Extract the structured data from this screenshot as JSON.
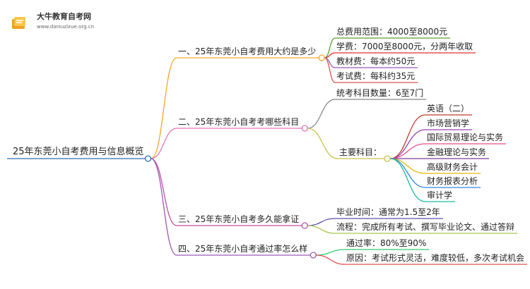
{
  "header": {
    "brand": "大牛教育自考网",
    "url": "www.daniuzixue.org.cn"
  },
  "mindmap": {
    "root": "25年东莞小自考费用与信息概览",
    "branches": [
      {
        "label": "一、25年东莞小自考费用大约是多少",
        "color": "#f5a623",
        "children": [
          {
            "label": "总费用范围：4000至8000元",
            "color": "#5aa02c"
          },
          {
            "label": "学费：7000至8000元，分两年收取",
            "color": "#e0302a"
          },
          {
            "label": "教材费：每本约50元",
            "color": "#9b59b6"
          },
          {
            "label": "考试费：每科约35元",
            "color": "#d9534f"
          }
        ]
      },
      {
        "label": "二、25年东莞小自考考哪些科目",
        "color": "#e673b6",
        "children": [
          {
            "label": "统考科目数量：6至7门",
            "color": "#888888"
          },
          {
            "label": "主要科目：",
            "color": "#c9c24a",
            "children": [
              {
                "label": "英语（二）",
                "color": "#c0392b"
              },
              {
                "label": "市场营销学",
                "color": "#8e44ad"
              },
              {
                "label": "国际贸易理论与实务",
                "color": "#e74c8c"
              },
              {
                "label": "金融理论与实务",
                "color": "#7d3c98"
              },
              {
                "label": "高级财务会计",
                "color": "#e6b800"
              },
              {
                "label": "财务报表分析",
                "color": "#2e86de"
              },
              {
                "label": "审计学",
                "color": "#1abc9c"
              }
            ]
          }
        ]
      },
      {
        "label": "三、25年东莞小自考多久能拿证",
        "color": "#c04fa0",
        "children": [
          {
            "label": "毕业时间：通常为1.5至2年",
            "color": "#5b4fb0"
          },
          {
            "label": "流程：完成所有考试、撰写毕业论文、通过答辩",
            "color": "#a8c850"
          }
        ]
      },
      {
        "label": "四、25年东莞小自考通过率怎么样",
        "color": "#9b59b6",
        "children": [
          {
            "label": "通过率：80%至90%",
            "color": "#2ecc71"
          },
          {
            "label": "原因：考试形式灵活，难度较低，多次考试机会",
            "color": "#e05050"
          }
        ]
      }
    ]
  }
}
